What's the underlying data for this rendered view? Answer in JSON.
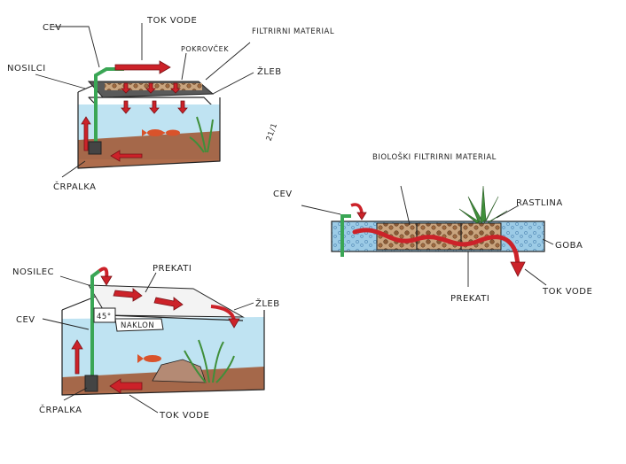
{
  "labels": {
    "cev": "CEV",
    "tok_vode": "TOK VODE",
    "pokrovcek": "POKROVČEK",
    "filtrirni_material": "FILTRIRNI MATERIAL",
    "nosilci": "NOSILCI",
    "zleb": "ŽLEB",
    "crpalka": "ČRPALKA",
    "bioloski_filtrirni_material": "BIOLOŠKI FILTRIRNI MATERIAL",
    "rastlina": "RASTLINA",
    "goba": "GOBA",
    "prekati": "PREKATI",
    "nosilec": "NOSILEC",
    "angle": "45°",
    "naklon": "NAKLON",
    "signature": "21/1"
  },
  "colors": {
    "water": "#bfe3f2",
    "gravel": "#a0522d",
    "arrow": "#cc2229",
    "pipe": "#3aa655",
    "plant": "#3f8f3a",
    "fish": "#d9532b",
    "filter_media": "#7a4a2c",
    "sponge": "#8fc3e0"
  }
}
